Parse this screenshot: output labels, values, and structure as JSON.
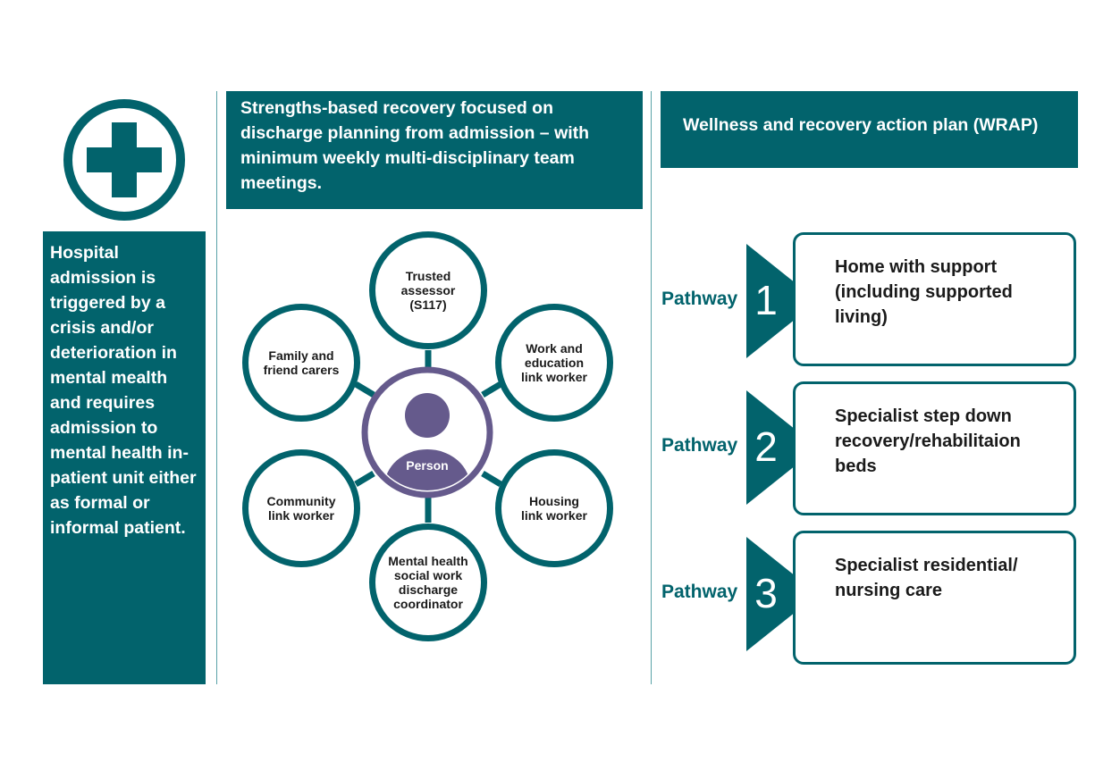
{
  "colors": {
    "teal": "#02636c",
    "purple": "#655a8c",
    "white": "#ffffff"
  },
  "icons": {
    "hospital": "plus-cross-in-circle",
    "person": "person-silhouette"
  },
  "left_panel": {
    "text": "Hospital admission is triggered by a crisis and/or deterioration in mental mealth and requires admission to mental health in-patient unit either as formal or informal patient."
  },
  "center": {
    "header": "Strengths-based recovery focused on discharge planning from admission – with minimum weekly multi-disciplinary team meetings.",
    "person_label": "Person",
    "nodes": [
      "Trusted\nassessor\n(S117)",
      "Work and\neducation\nlink worker",
      "Housing\nlink worker",
      "Mental health\nsocial work\ndischarge\ncoordinator",
      "Community\nlink worker",
      "Family and\nfriend carers"
    ]
  },
  "right": {
    "header": "Wellness and recovery action plan (WRAP)",
    "pathways": [
      {
        "label": "Pathway",
        "number": "1",
        "text": "Home with support\n(including supported\nliving)"
      },
      {
        "label": "Pathway",
        "number": "2",
        "text": "Specialist step down\nrecovery/rehabilitaion\nbeds"
      },
      {
        "label": "Pathway",
        "number": "3",
        "text": "Specialist residential/\nnursing care"
      }
    ]
  }
}
